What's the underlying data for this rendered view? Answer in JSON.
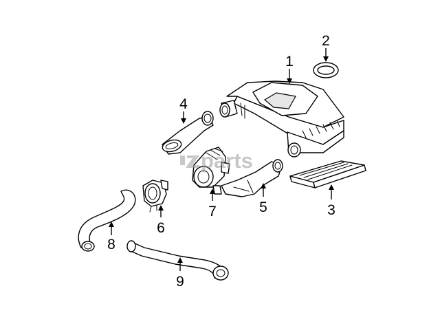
{
  "diagram": {
    "watermark": "parts",
    "callouts": [
      {
        "id": "1",
        "label": "1"
      },
      {
        "id": "2",
        "label": "2"
      },
      {
        "id": "3",
        "label": "3"
      },
      {
        "id": "4",
        "label": "4"
      },
      {
        "id": "5",
        "label": "5"
      },
      {
        "id": "6",
        "label": "6"
      },
      {
        "id": "7",
        "label": "7"
      },
      {
        "id": "8",
        "label": "8"
      },
      {
        "id": "9",
        "label": "9"
      }
    ]
  }
}
